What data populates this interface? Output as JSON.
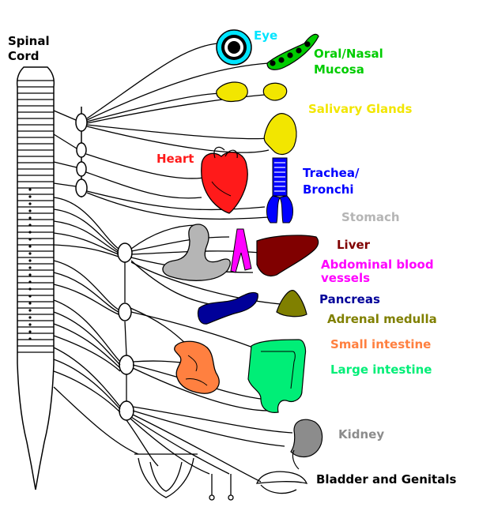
{
  "labels": {
    "spinal_cord": "Spinal\nCord",
    "eye": "Eye",
    "oral_nasal_mucosa": "Oral/Nasal\nMucosa",
    "salivary_glands": "Salivary Glands",
    "heart": "Heart",
    "trachea_bronchi": "Trachea/\nBronchi",
    "stomach": "Stomach",
    "liver": "Liver",
    "abdominal_blood_vessels": "Abdominal blood\nvessels",
    "pancreas": "Pancreas",
    "adrenal_medulla": "Adrenal medulla",
    "small_intestine": "Small intestine",
    "large_intestine": "Large intestine",
    "kidney": "Kidney",
    "bladder_genitals": "Bladder and Genitals"
  },
  "colors": {
    "eye": "#00e5ff",
    "oral_nasal_mucosa": "#00cc00",
    "salivary_glands": "#f2e600",
    "heart": "#ff1a1a",
    "trachea_bronchi": "#0000ff",
    "stomach": "#b5b5b5",
    "liver": "#800000",
    "abdominal_blood_vessels": "#ff00ff",
    "pancreas": "#000099",
    "adrenal_medulla": "#808000",
    "small_intestine": "#ff8040",
    "large_intestine": "#00ee77",
    "kidney": "#8c8c8c",
    "bladder_genitals": "#000000",
    "outline": "#000000"
  },
  "icons": [
    "eye-icon",
    "mucosa-icon",
    "salivary-gland-icon",
    "heart-icon",
    "trachea-icon",
    "stomach-icon",
    "liver-icon",
    "blood-vessel-icon",
    "pancreas-icon",
    "adrenal-icon",
    "small-intestine-icon",
    "large-intestine-icon",
    "kidney-icon",
    "bladder-icon",
    "genitals-icon"
  ]
}
